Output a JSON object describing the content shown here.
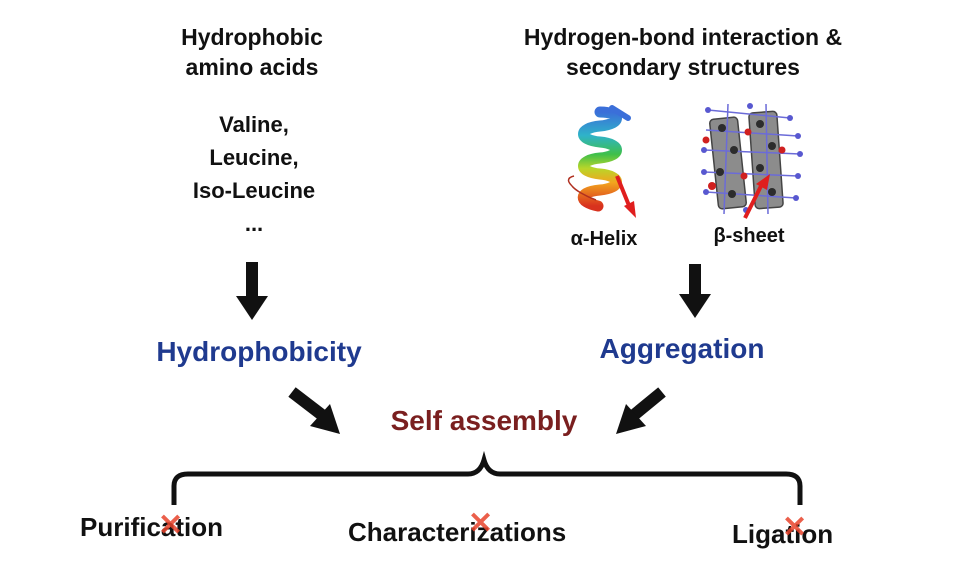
{
  "left_column": {
    "title_lines": [
      "Hydrophobic",
      "amino acids"
    ],
    "examples": [
      "Valine,",
      "Leucine,",
      "Iso-Leucine",
      "..."
    ],
    "result": "Hydrophobicity"
  },
  "right_column": {
    "title_lines": [
      "Hydrogen-bond interaction &",
      "secondary structures"
    ],
    "structures": [
      {
        "label": "α-Helix",
        "icon": "alpha-helix-ribbon"
      },
      {
        "label": "β-sheet",
        "icon": "beta-sheet-model"
      }
    ],
    "result": "Aggregation"
  },
  "center": {
    "result": "Self assembly"
  },
  "consequences": [
    {
      "label": "Purification",
      "marked": "x"
    },
    {
      "label": "Characterizations",
      "marked": "x"
    },
    {
      "label": "Ligation",
      "marked": "x"
    }
  ],
  "colors": {
    "result_blue": "#1f3a8f",
    "self_assembly_red": "#7a1f1f",
    "x_mark": "#e8442c",
    "arrow": "#111111"
  }
}
